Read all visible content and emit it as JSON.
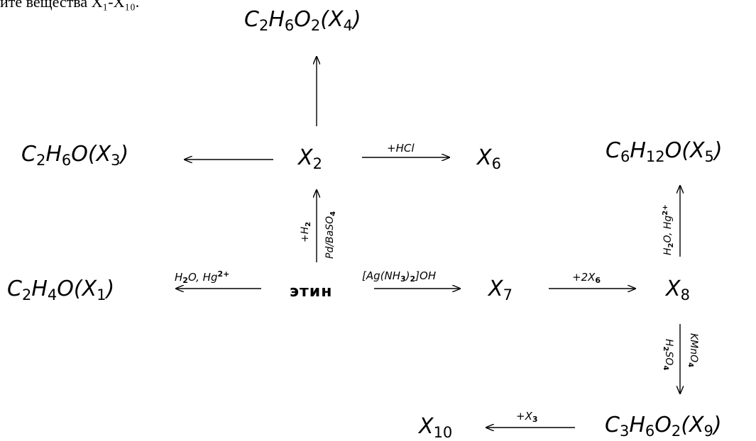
{
  "header": {
    "text": "ите вещества X₁-X₁₀."
  },
  "nodes": {
    "x4": {
      "formula": "C",
      "s1": "2",
      "f2": "H",
      "s2": "6",
      "f3": "O",
      "s3": "2",
      "tail": "(X",
      "ts": "4",
      "end": ")"
    },
    "x3": {
      "formula": "C",
      "s1": "2",
      "f2": "H",
      "s2": "6",
      "f3": "O(X",
      "s3": "3",
      "end": ")"
    },
    "x2": {
      "label": "X",
      "sub": "2"
    },
    "x6": {
      "label": "X",
      "sub": "6"
    },
    "x5": {
      "formula": "C",
      "s1": "6",
      "f2": "H",
      "s2": "12",
      "f3": "O(X",
      "s3": "5",
      "end": ")"
    },
    "x1": {
      "formula": "C",
      "s1": "2",
      "f2": "H",
      "s2": "4",
      "f3": "O(X",
      "s3": "1",
      "end": ")"
    },
    "ethyne": {
      "label": "этин"
    },
    "x7": {
      "label": "X",
      "sub": "7"
    },
    "x8": {
      "label": "X",
      "sub": "8"
    },
    "x10": {
      "label": "X",
      "sub": "10"
    },
    "x9": {
      "formula": "C",
      "s1": "3",
      "f2": "H",
      "s2": "6",
      "f3": "O",
      "s3": "2",
      "tail": "(X",
      "ts": "9",
      "end": ")"
    }
  },
  "labels": {
    "hcl": "+HCl",
    "h2_plus": "+H",
    "h2_sub": "2",
    "pd_a": "Pd/BaSO",
    "pd_sub": "4",
    "hydration_a": "H",
    "hydration_sub": "2",
    "hydration_b": "O, Hg",
    "hydration_sup": "2+",
    "tollens_a": "[Ag(NH",
    "tollens_sub1": "3",
    "tollens_b": ")",
    "tollens_sub2": "2",
    "tollens_c": "]OH",
    "two_x6_a": "+2X",
    "two_x6_sub": "6",
    "x8_x5_a": "H",
    "x8_x5_sub": "2",
    "x8_x5_b": "O, Hg",
    "x8_x5_sup": "2+",
    "h2so4_a": "H",
    "h2so4_sub1": "2",
    "h2so4_b": "SO",
    "h2so4_sub2": "4",
    "kmno4_a": "KMnO",
    "kmno4_sub": "4",
    "plus_x3_a": "+X",
    "plus_x3_sub": "3"
  }
}
